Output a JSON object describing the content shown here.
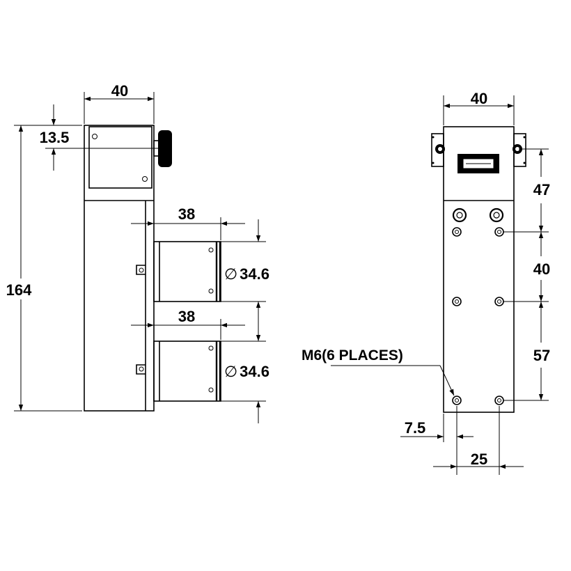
{
  "colors": {
    "line": "#000000",
    "background": "#ffffff"
  },
  "left_view": {
    "width_top": "40",
    "knob_offset": "13.5",
    "height_total": "164",
    "port1_length": "38",
    "port2_length": "38",
    "port1_diameter": "34.6",
    "port2_diameter": "34.6",
    "diameter_symbol": "∅"
  },
  "right_view": {
    "width_top": "40",
    "spacing_top": "47",
    "spacing_mid": "40",
    "spacing_bottom": "57",
    "hole_callout": "M6(6 PLACES)",
    "edge_offset": "7.5",
    "hole_spacing_x": "25"
  }
}
